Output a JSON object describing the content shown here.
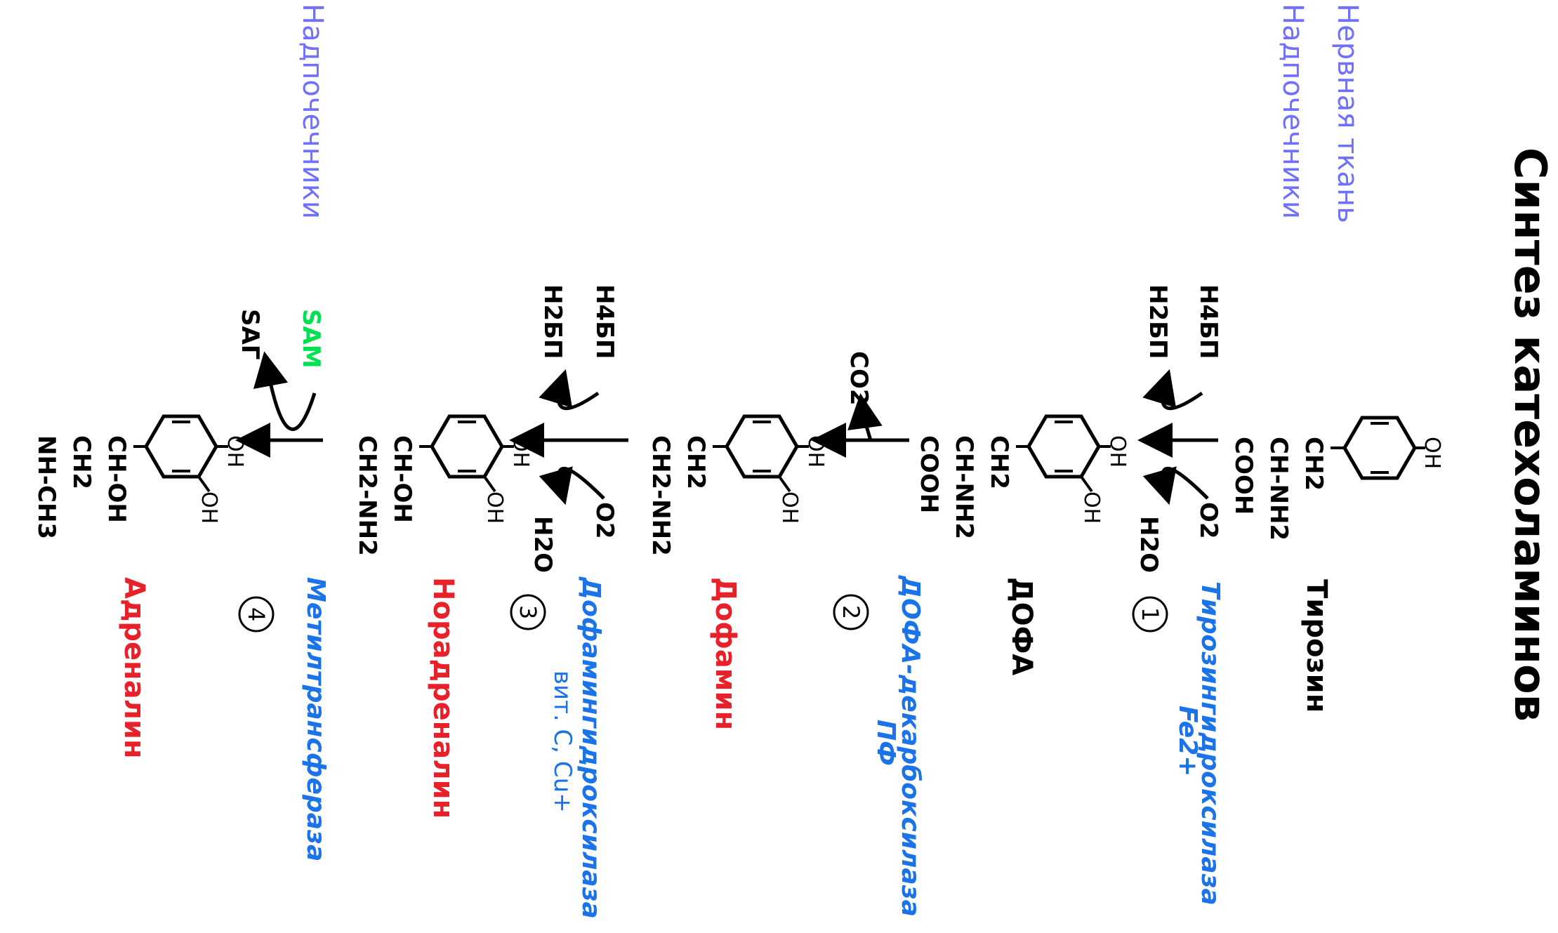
{
  "title": "Синтез катехоламинов",
  "tissues": {
    "t1": "Нервная ткань",
    "t2": "Надпочечники",
    "t3": "Надпочечники"
  },
  "compounds": {
    "tyrosine": {
      "name": "Тирозин",
      "g1": "CH2",
      "g2": "CH-NH2",
      "g3": "COOH",
      "oh": "OH"
    },
    "dopa": {
      "name": "ДОФА",
      "g1": "CH2",
      "g2": "CH-NH2",
      "g3": "COOH",
      "oh1": "OH",
      "oh2": "OH"
    },
    "dopamine": {
      "name": "Дофамин",
      "g1": "CH2",
      "g2": "CH2-NH2",
      "oh1": "OH",
      "oh2": "OH"
    },
    "noradrenaline": {
      "name": "Норадреналин",
      "g1": "CH-OH",
      "g2": "CH2-NH2",
      "oh1": "OH",
      "oh2": "OH"
    },
    "adrenaline": {
      "name": "Адреналин",
      "g1": "CH-OH",
      "g2": "CH2",
      "g3": "NH-CH3",
      "oh1": "OH",
      "oh2": "OH"
    }
  },
  "steps": [
    {
      "number": "1",
      "enzyme": "Тирозингидроксилаза",
      "cofactor": "Fe2+",
      "in_top": "H4БП",
      "out_top": "H2БП",
      "in_bottom": "O2",
      "out_bottom": "H2O"
    },
    {
      "number": "2",
      "enzyme": "ДОФА-декарбоксилаза",
      "cofactor": "ПФ",
      "out_top": "CO2"
    },
    {
      "number": "3",
      "enzyme": "Дофамингидроксилаза",
      "cofactor": "вит. С, Cu+",
      "in_top": "H4БП",
      "out_top": "H2БП",
      "in_bottom": "O2",
      "out_bottom": "H2O"
    },
    {
      "number": "4",
      "enzyme": "Метилтрансфераза",
      "in_top": "SAM",
      "out_top": "SAГ"
    }
  ],
  "colors": {
    "compound_name_black": "#000000",
    "compound_name_red": "#e8202a",
    "enzyme": "#1a73e8",
    "tissue": "#7070ff",
    "sam": "#00e050"
  }
}
